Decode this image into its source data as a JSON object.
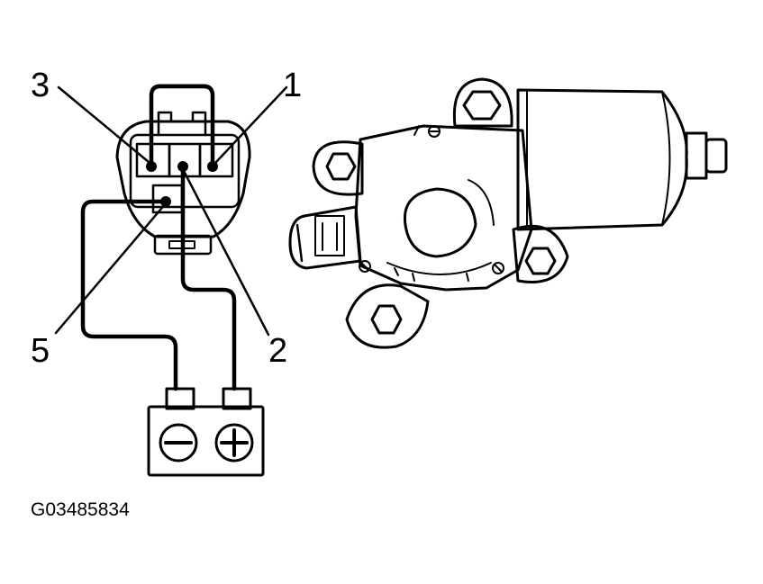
{
  "diagram": {
    "pin_labels": {
      "pin1": "1",
      "pin2": "2",
      "pin3": "3",
      "pin5": "5"
    },
    "battery": {
      "negative_symbol": "minus-icon",
      "positive_symbol": "plus-icon"
    },
    "figure_id": "G03485834"
  }
}
